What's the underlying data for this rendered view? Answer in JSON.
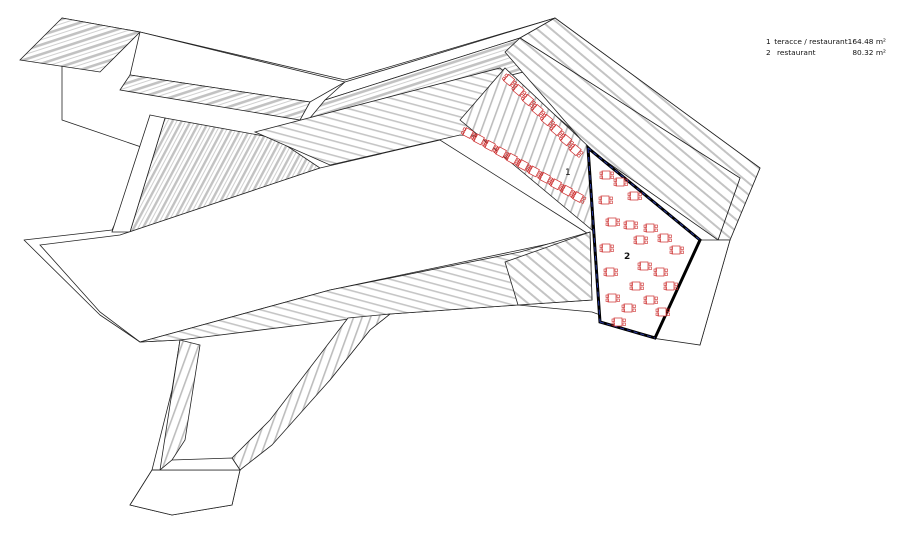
{
  "legend": {
    "rooms": [
      {
        "num": "1",
        "label": "teracce / restaurant",
        "area": "164.48 m²"
      },
      {
        "num": "2",
        "label": "restaurant",
        "area": "80.32 m²"
      }
    ]
  },
  "labels": {
    "room1": "1",
    "room2": "2"
  },
  "colors": {
    "outline": "#222222",
    "hatch": "#b4b4b4",
    "furniture": "#cc2a2a",
    "glazing": "#2a3aa0",
    "wall": "#000000"
  }
}
